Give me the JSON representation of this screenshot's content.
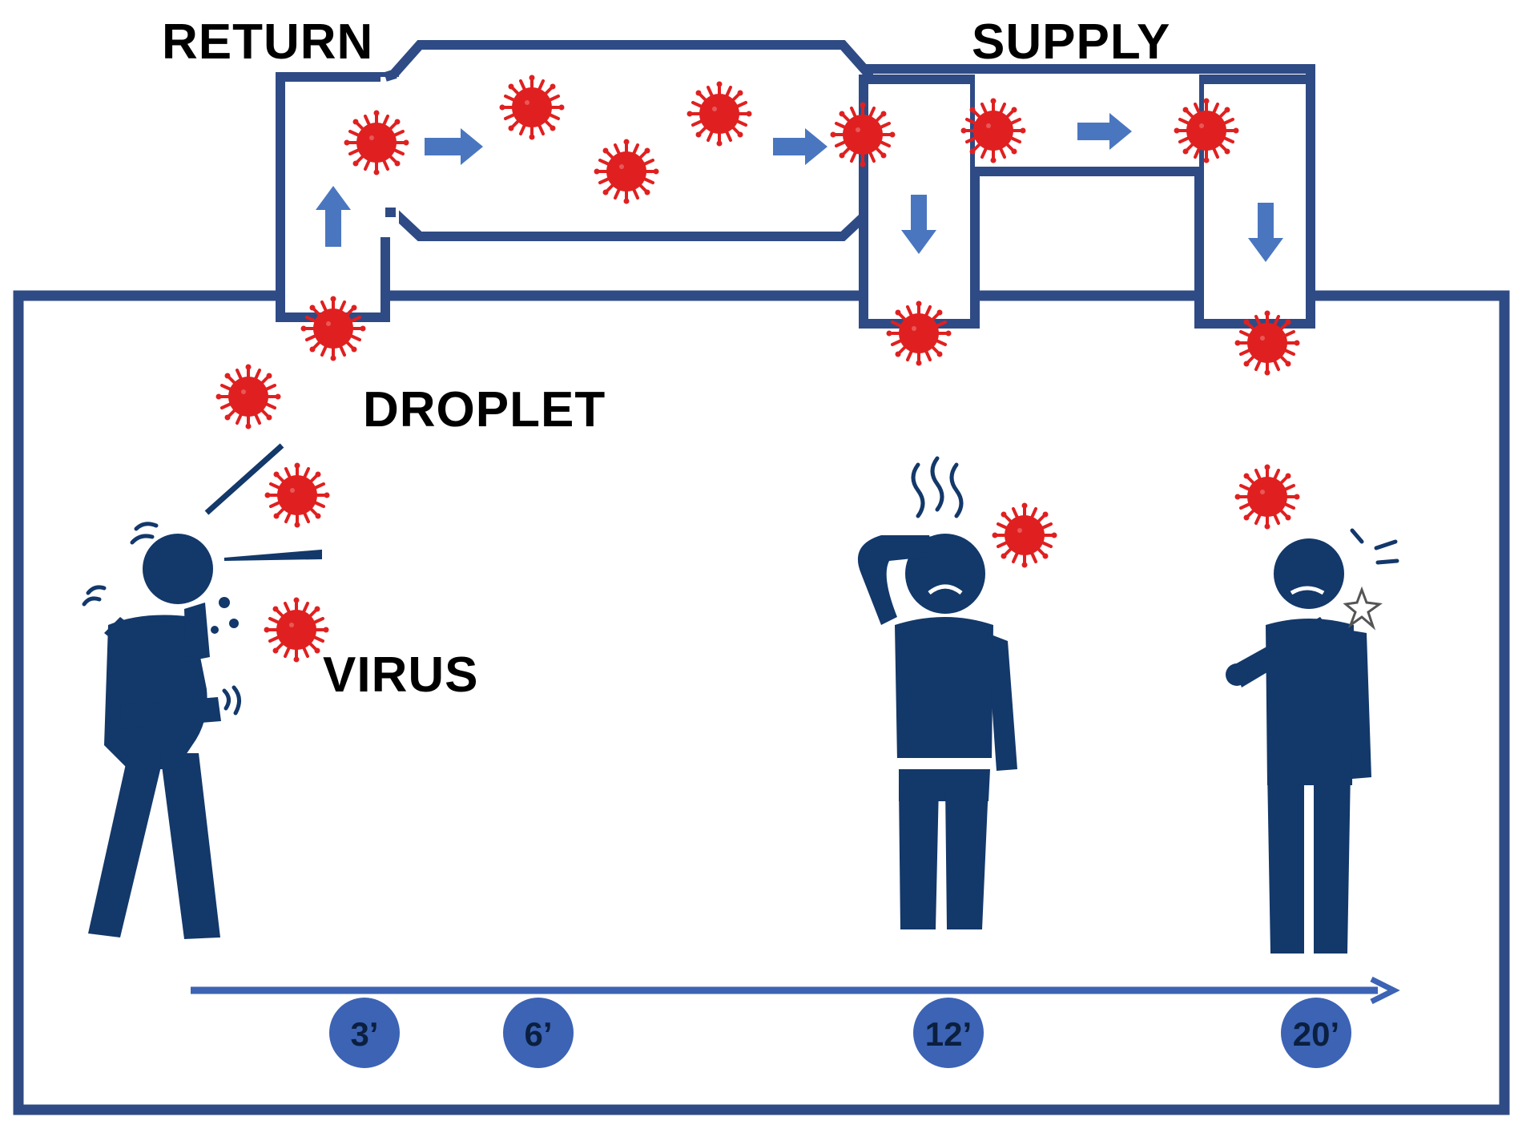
{
  "labels": {
    "return": "RETURN",
    "supply": "SUPPLY",
    "droplet": "DROPLET",
    "virus": "VIRUS"
  },
  "timeline": [
    "3’",
    "6’",
    "12’",
    "20’"
  ],
  "colors": {
    "duct": "#2f4b85",
    "arrow": "#4a76c0",
    "figure": "#13386a",
    "virus": "#e02020",
    "timeline_circle": "#3c63b4",
    "timeline_text": "#0b1f3f",
    "label_text": "#000000"
  },
  "icons": {
    "virus": "virus-icon",
    "flow_arrow": "flow-arrow-icon",
    "person_coughing": "coughing-person-icon",
    "person_headache": "headache-person-icon",
    "person_sneezing": "sneezing-person-icon"
  }
}
